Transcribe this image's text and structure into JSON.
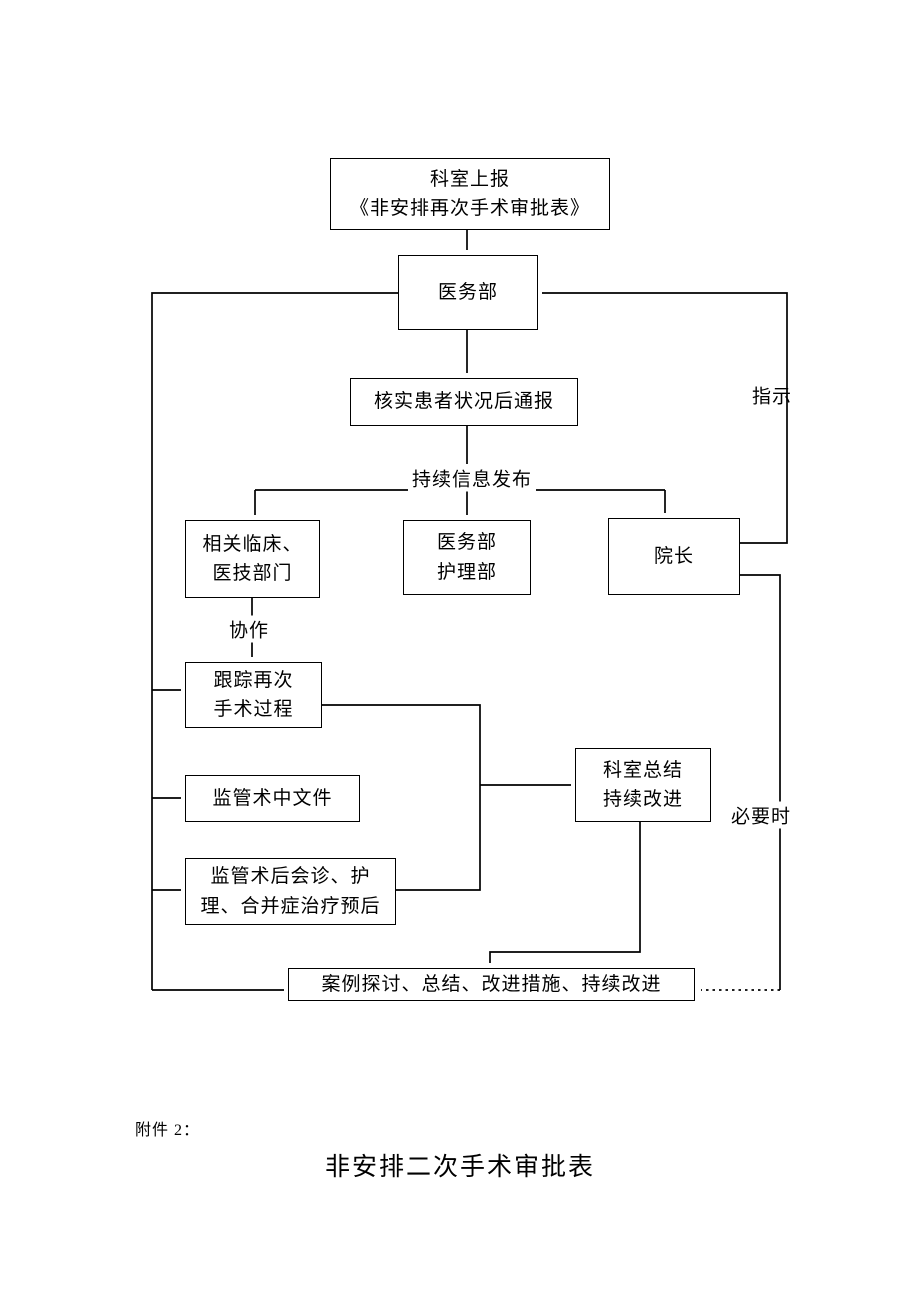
{
  "nodes": {
    "report": {
      "label": "科室上报\n《非安排再次手术审批表》"
    },
    "medical": {
      "label": "医务部"
    },
    "verify": {
      "label": "核实患者状况后通报"
    },
    "clinical": {
      "label": "相关临床、\n医技部门"
    },
    "nursing": {
      "label": "医务部\n护理部"
    },
    "director": {
      "label": "院长"
    },
    "track": {
      "label": "跟踪再次\n手术过程"
    },
    "docs": {
      "label": "监管术中文件"
    },
    "post": {
      "label": "监管术后会诊、护\n理、合并症治疗预后"
    },
    "summary": {
      "label": "科室总结\n持续改进"
    },
    "case": {
      "label": "案例探讨、总结、改进措施、持续改进"
    }
  },
  "edge_labels": {
    "info_release": "持续信息发布",
    "cooperate": "协作",
    "instruct": "指示",
    "when_necessary": "必要时"
  },
  "footer": {
    "attachment": "附件 2：",
    "form_title": "非安排二次手术审批表"
  },
  "colors": {
    "line": "#000000",
    "border": "#000000",
    "text": "#000000",
    "background": "#ffffff"
  }
}
